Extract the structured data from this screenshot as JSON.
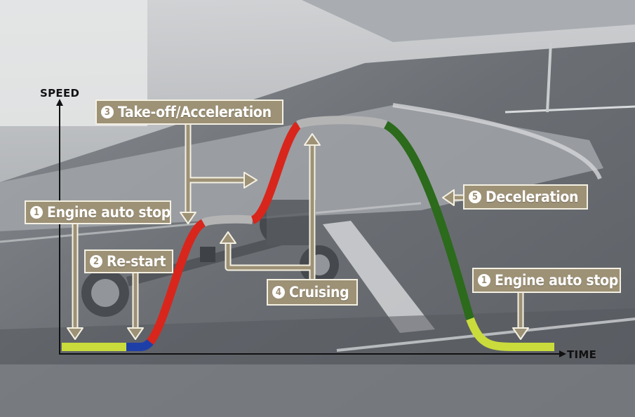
{
  "axes": {
    "y_label": "SPEED",
    "x_label": "TIME"
  },
  "callouts": {
    "engine_stop_left": {
      "number": "1",
      "label": "Engine auto stop"
    },
    "restart": {
      "number": "2",
      "label": "Re-start"
    },
    "takeoff": {
      "number": "3",
      "label": "Take-off/Acceleration"
    },
    "cruising": {
      "number": "4",
      "label": "Cruising"
    },
    "deceleration": {
      "number": "5",
      "label": "Deceleration"
    },
    "engine_stop_right": {
      "number": "1",
      "label": "Engine auto stop"
    }
  },
  "colors": {
    "engine_stop": "#c9dc3c",
    "restart": "#1f3fa8",
    "acceleration": "#d8261c",
    "cruising": "#b4b4b4",
    "deceleration": "#2c6a1c",
    "callout_fill": "#9d9176",
    "callout_border": "#f4f0e2",
    "axis": "#111111"
  }
}
